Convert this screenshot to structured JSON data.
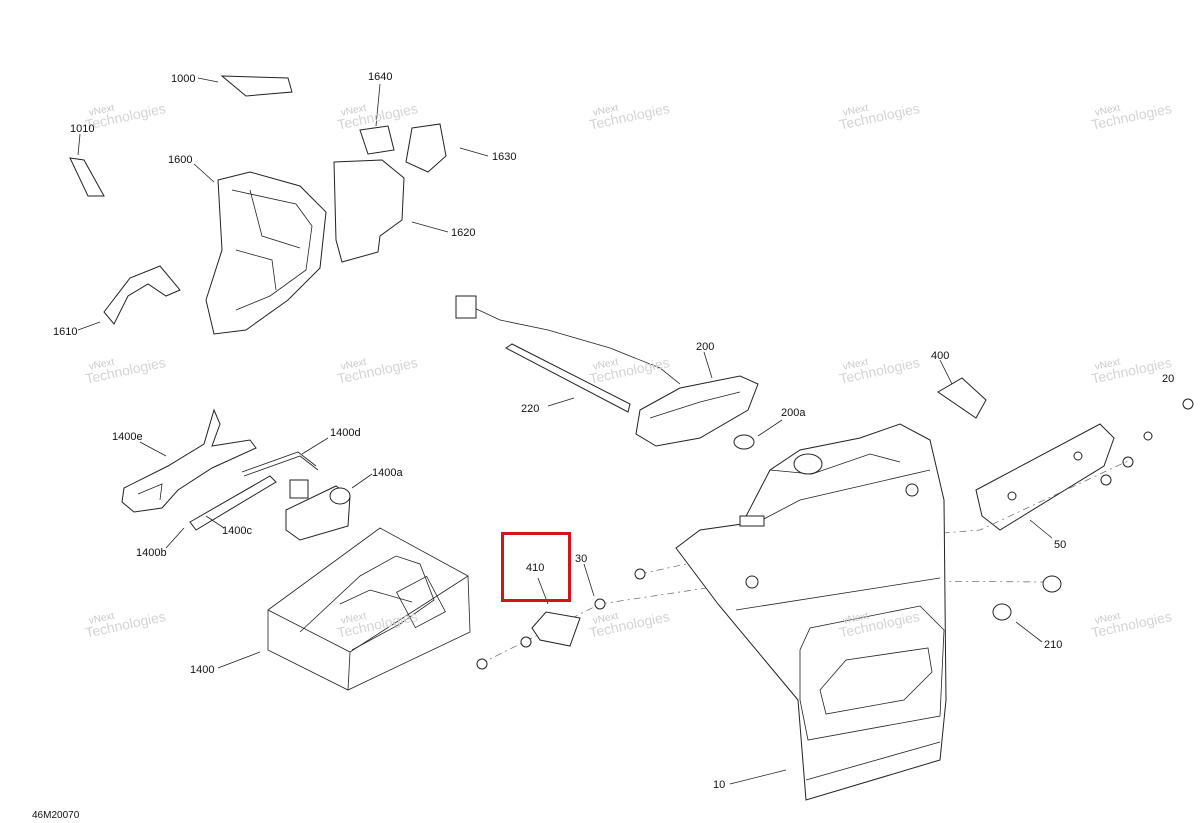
{
  "document_id": "46M20070",
  "highlight": {
    "label": "410",
    "color": "#d0161c"
  },
  "watermark": {
    "line1": "vNext",
    "line2": "Technologies"
  },
  "callouts": {
    "c1000": "1000",
    "c1010": "1010",
    "c1640": "1640",
    "c1630": "1630",
    "c1600": "1600",
    "c1620": "1620",
    "c1610": "1610",
    "c200": "200",
    "c220": "220",
    "c200a": "200a",
    "c400": "400",
    "c20": "20",
    "c1400e": "1400e",
    "c1400d": "1400d",
    "c1400a": "1400a",
    "c1400c": "1400c",
    "c1400b": "1400b",
    "c1400": "1400",
    "c30": "30",
    "c50": "50",
    "c210": "210",
    "c10": "10"
  }
}
